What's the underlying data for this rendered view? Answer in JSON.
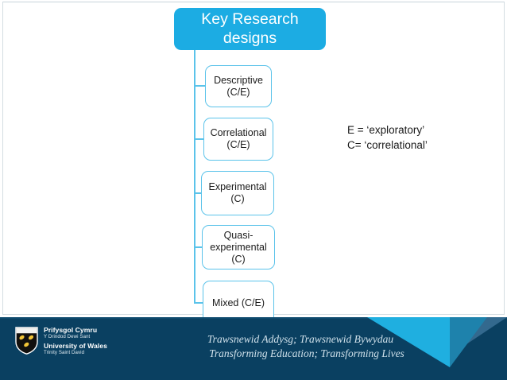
{
  "slide": {
    "title_box": {
      "lines": [
        "Key Research",
        "designs"
      ],
      "fill": "#1CACE3",
      "text_color": "#ffffff"
    },
    "nodes": [
      {
        "name": "descriptive",
        "lines": [
          "Descriptive",
          "(C/E)"
        ]
      },
      {
        "name": "correlational",
        "lines": [
          "Correlational",
          "(C/E)"
        ]
      },
      {
        "name": "experimental",
        "lines": [
          "Experimental",
          "(C)"
        ]
      },
      {
        "name": "quasi-experimental",
        "lines": [
          "Quasi-",
          "experimental",
          "(C)"
        ]
      },
      {
        "name": "mixed",
        "lines": [
          "Mixed (C/E)"
        ]
      }
    ],
    "node_style": {
      "border": "#5bc3ea",
      "fill": "#ffffff",
      "text_color": "#1a1a1a"
    },
    "connector_color": "#5bc3ea",
    "legend": {
      "lines": [
        "E = ‘exploratory’",
        "C= ‘correlational’"
      ]
    }
  },
  "footer": {
    "background": "#0a4061",
    "logo": {
      "icon": "heraldic-shield-icon",
      "line1": "Prifysgol Cymru",
      "line2": "Y Drindod Dewi Sant",
      "line3": "University of Wales",
      "line4": "Trinity Saint David"
    },
    "tagline": {
      "welsh": "Trawsnewid Addysg; Trawsnewid Bywydau",
      "english": "Transforming Education; Transforming Lives"
    },
    "accent_colors": {
      "cyan": "#1FAFE0",
      "mid_blue": "#1E82AC",
      "steel_blue": "#33698E"
    }
  }
}
